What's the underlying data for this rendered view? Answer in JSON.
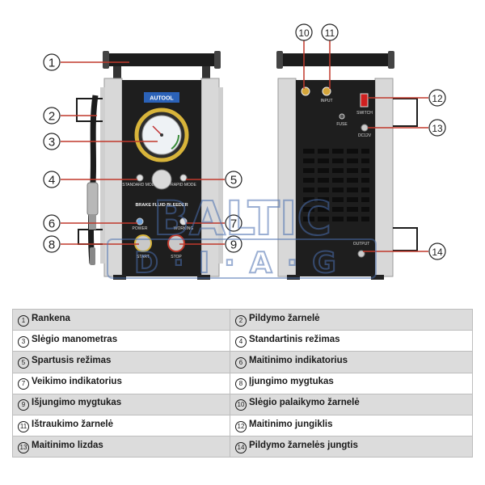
{
  "callouts": [
    "1",
    "2",
    "3",
    "4",
    "5",
    "6",
    "7",
    "8",
    "9",
    "10",
    "11",
    "12",
    "13",
    "14"
  ],
  "front_panel": {
    "brand": "AUTOOL",
    "model": "BRAKE FLUID BLEEDER",
    "mode_left": "STANDARD MODE",
    "mode_right": "RAPID MODE",
    "power_label": "POWER",
    "working_label": "WORKING",
    "start_label": "START",
    "stop_label": "STOP"
  },
  "back_panel": {
    "input_label": "INPUT",
    "switch_label": "SWITCH",
    "dc_label": "DC12V",
    "fuse_label": "FUSE",
    "output_label": "OUTPUT"
  },
  "watermark": {
    "line1": "BALTIC",
    "line2": "D·I·A·G"
  },
  "legend": [
    {
      "left": {
        "num": "1",
        "label": "Rankena"
      },
      "right": {
        "num": "2",
        "label": "Pildymo žarnelė"
      }
    },
    {
      "left": {
        "num": "3",
        "label": "Slėgio manometras"
      },
      "right": {
        "num": "4",
        "label": "Standartinis režimas"
      }
    },
    {
      "left": {
        "num": "5",
        "label": "Spartusis režimas"
      },
      "right": {
        "num": "6",
        "label": "Maitinimo indikatorius"
      }
    },
    {
      "left": {
        "num": "7",
        "label": "Veikimo indikatorius"
      },
      "right": {
        "num": "8",
        "label": "Įjungimo mygtukas"
      }
    },
    {
      "left": {
        "num": "9",
        "label": "Išjungimo mygtukas"
      },
      "right": {
        "num": "10",
        "label": "Slėgio palaikymo žarnelė"
      }
    },
    {
      "left": {
        "num": "11",
        "label": "Ištraukimo žarnelė"
      },
      "right": {
        "num": "12",
        "label": "Maitinimo jungiklis"
      }
    },
    {
      "left": {
        "num": "13",
        "label": "Maitinimo lizdas"
      },
      "right": {
        "num": "14",
        "label": "Pildymo žarnelės jungtis"
      }
    }
  ]
}
